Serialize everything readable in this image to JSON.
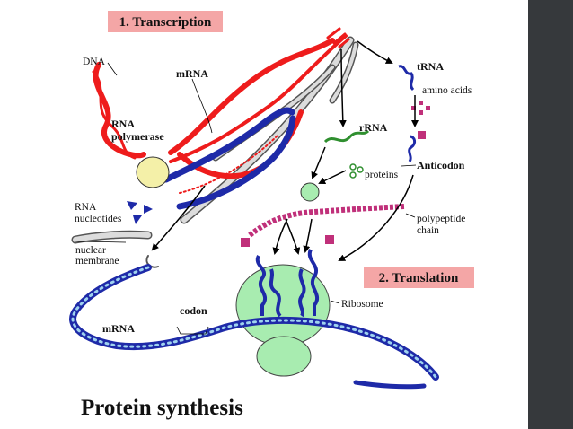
{
  "titles": {
    "transcription": "1. Transcription",
    "translation": "2. Translation"
  },
  "labels": {
    "dna": "DNA",
    "mrna_top": "mRNA",
    "rna_polymerase_1": "RNA",
    "rna_polymerase_2": "polymerase",
    "rna_nucleotides_1": "RNA",
    "rna_nucleotides_2": "nucleotides",
    "nuclear_membrane_1": "nuclear",
    "nuclear_membrane_2": "membrane",
    "trna": "tRNA",
    "amino_acids": "amino acids",
    "rrna": "rRNA",
    "proteins": "proteins",
    "anticodon": "Anticodon",
    "polypeptide_1": "polypeptide",
    "polypeptide_2": "chain",
    "ribosome": "Ribosome",
    "codon": "codon",
    "mrna_bottom": "mRNA"
  },
  "caption": "Protein synthesis",
  "colors": {
    "dna_red": "#ee1c1c",
    "mrna_blue": "#1e2aa8",
    "base_light_blue": "#9fd3ef",
    "polymerase_yellow": "#f4f0a8",
    "ribosome_green": "#a8ecb0",
    "rrna_green": "#2f8f2f",
    "amino_magenta": "#c0307a",
    "title_box": "#f4a6a6",
    "membrane_gray": "#cccccc",
    "right_bar": "#36393c"
  }
}
